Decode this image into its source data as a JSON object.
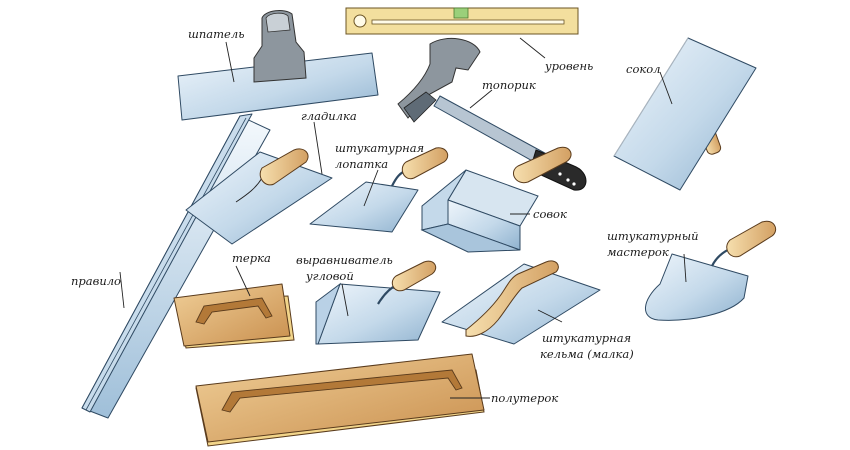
{
  "labels": {
    "shpatel": "шпатель",
    "uroven": "уровень",
    "sokol": "сокол",
    "toporik": "топорик",
    "gladilka": "гладилка",
    "lopatka_1": "штукатурная",
    "lopatka_2": "лопатка",
    "sovok": "совок",
    "master_1": "штукатурный",
    "master_2": "мастерок",
    "pravilo": "правило",
    "terka": "терка",
    "vyravnivatel_1": "выравниватель",
    "vyravnivatel_2": "угловой",
    "kelma_1": "штукатурная",
    "kelma_2": "кельма (малка)",
    "poluterok": "полутерок"
  },
  "colors": {
    "metal_light": "#e6f0f8",
    "metal_dark": "#8fb2cf",
    "wood_light": "#efc98d",
    "wood_dark": "#c98f4e",
    "outline": "#2f4a63"
  }
}
